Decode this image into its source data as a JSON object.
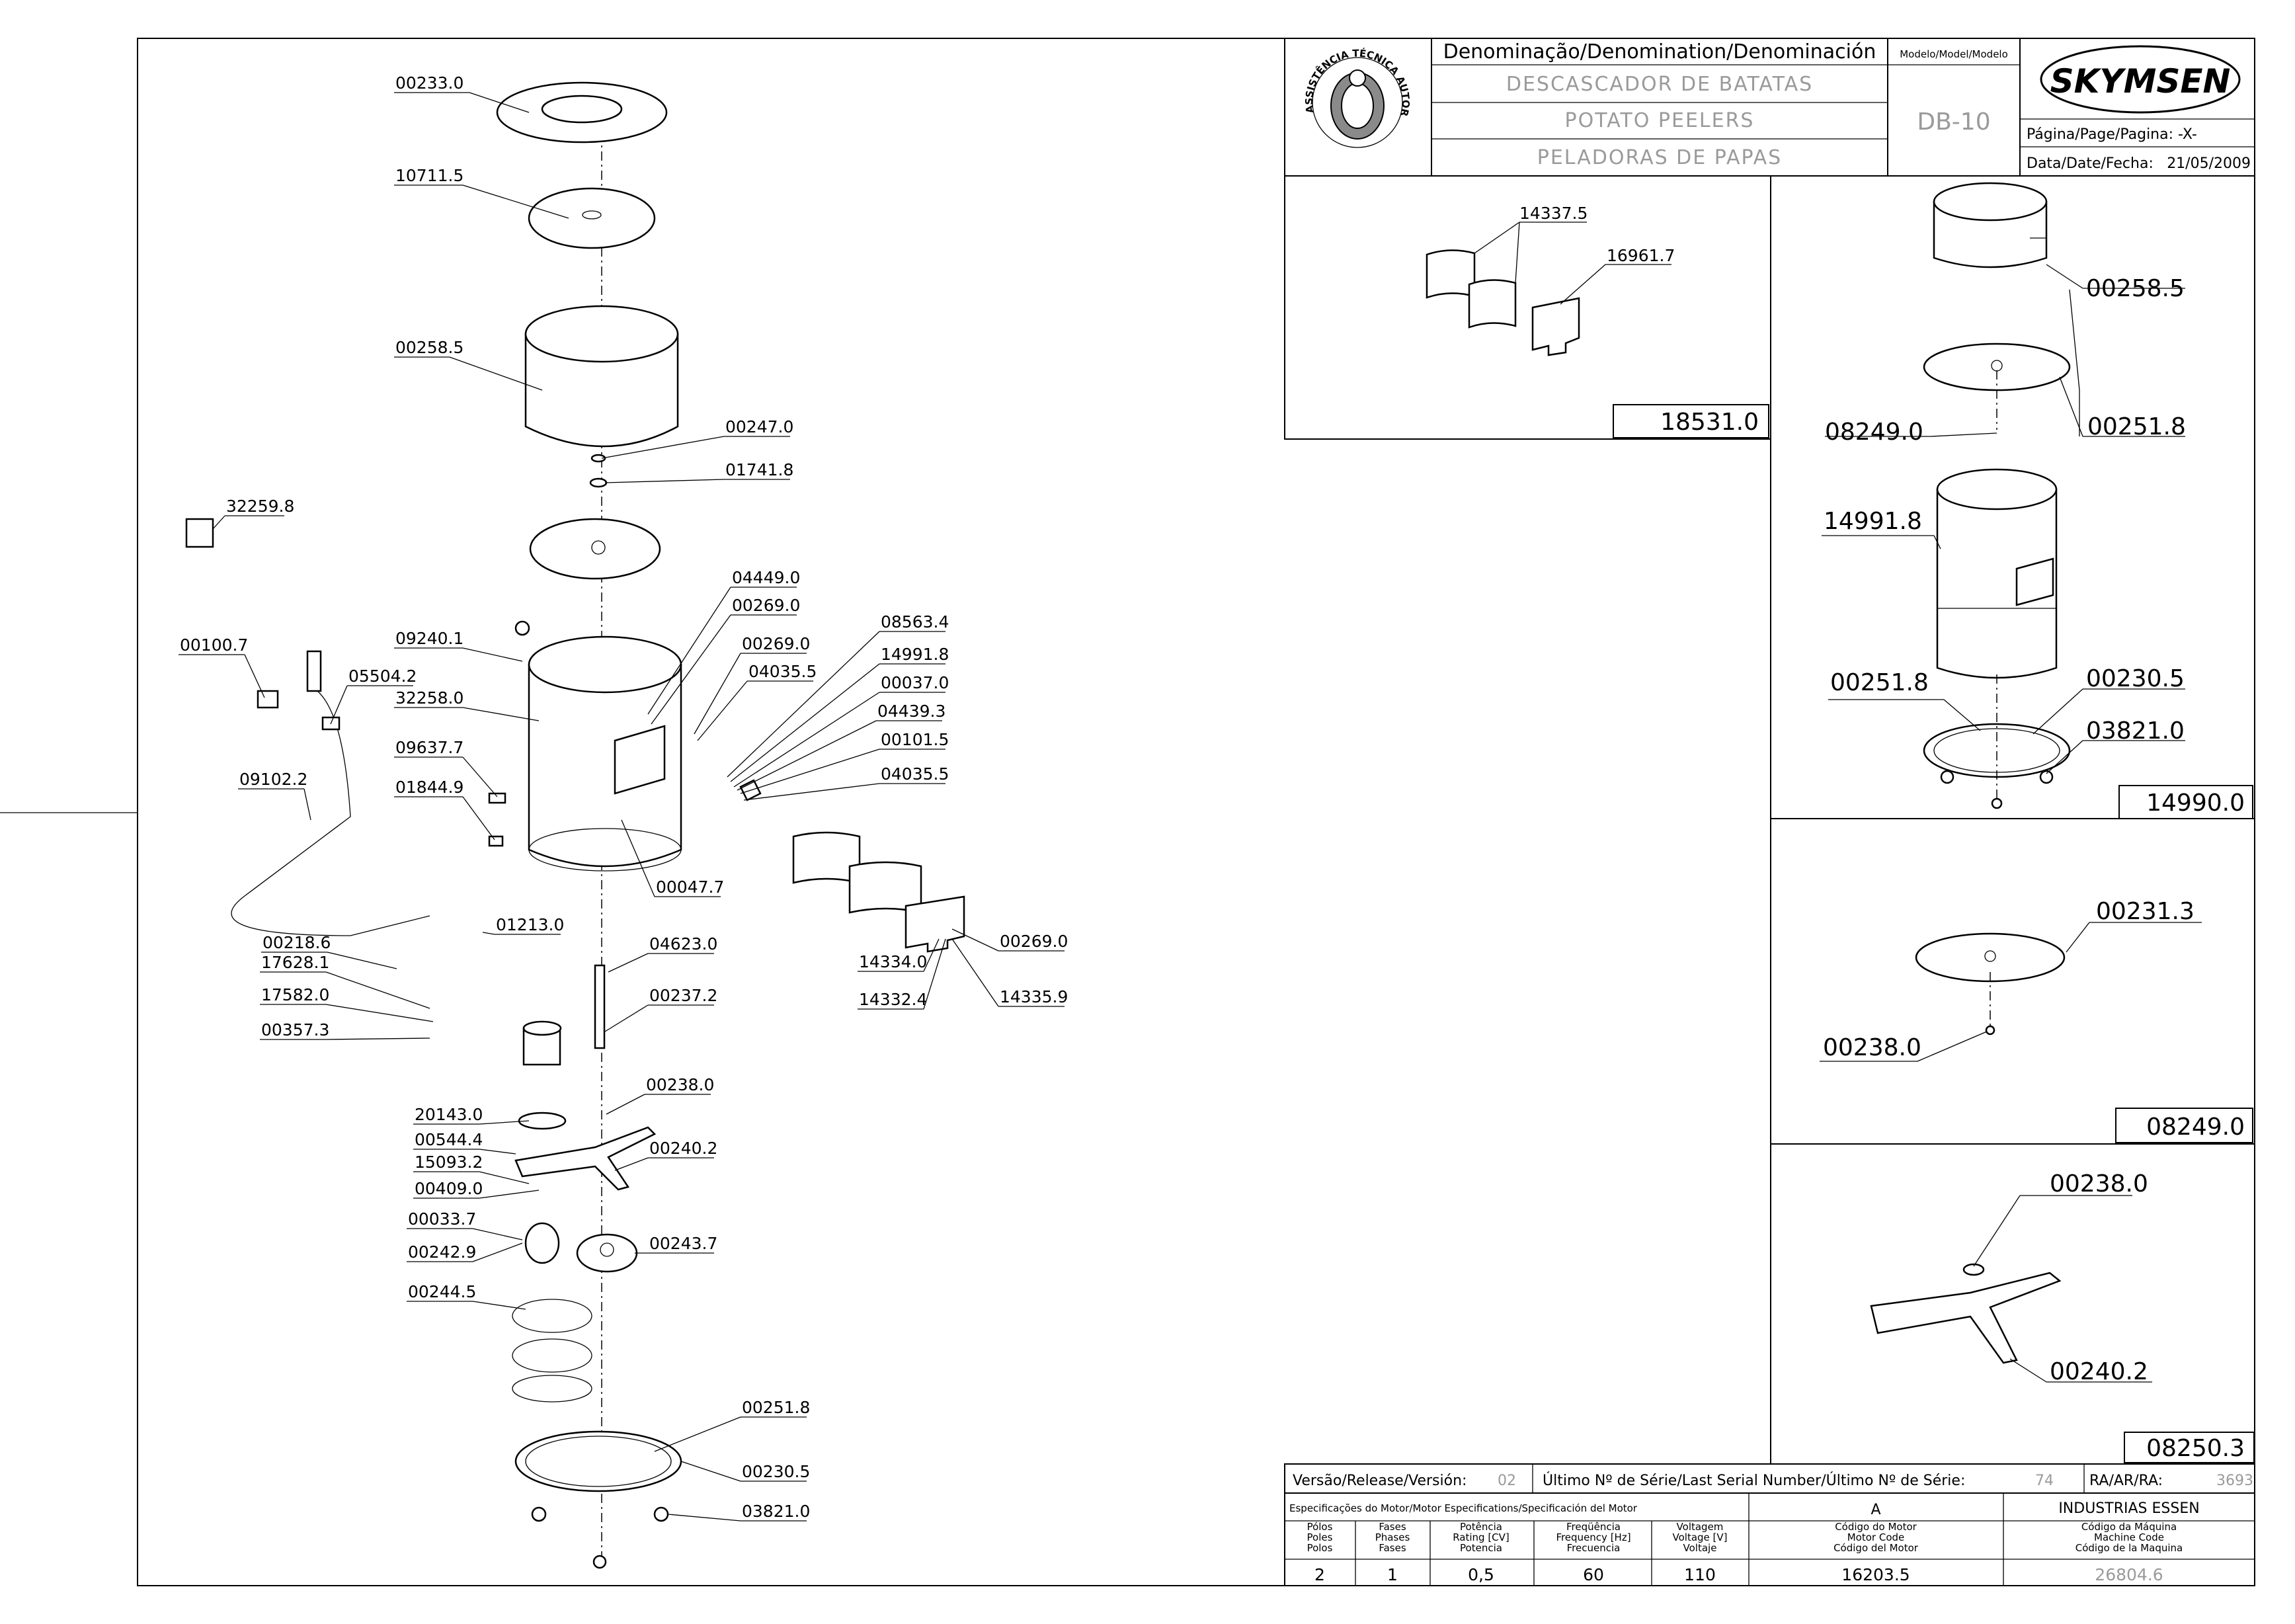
{
  "title_block": {
    "denomination_label": "Denominação/Denomination/Denominación",
    "model_label": "Modelo/Model/Modelo",
    "name_pt": "DESCASCADOR DE BATATAS",
    "name_en": "POTATO PEELERS",
    "name_es": "PELADORAS DE PAPAS",
    "model": "DB-10",
    "brand": "SKYMSEN",
    "page_label": "Página/Page/Pagina: -X-",
    "date_label": "Data/Date/Fecha:",
    "date": "21/05/2009",
    "seal_text": "ASSISTÊNCIA TÉCNICA AUTORIZADA"
  },
  "footer": {
    "version_label": "Versão/Release/Versión:",
    "version": "02",
    "serial_label": "Último Nº de Série/Last Serial Number/Último Nº de Série:",
    "serial": "74",
    "ra_label": "RA/AR/RA:",
    "ra": "3693",
    "motor_spec_label": "Especificações do Motor/Motor Especifications/Specificación del Motor",
    "motor_class": "A",
    "manufacturer": "INDUSTRIAS ESSEN",
    "motor_columns": [
      {
        "h1": "Pólos",
        "h2": "Poles",
        "h3": "Polos",
        "value": "2"
      },
      {
        "h1": "Fases",
        "h2": "Phases",
        "h3": "Fases",
        "value": "1"
      },
      {
        "h1": "Potência",
        "h2": "Rating [CV]",
        "h3": "Potencia",
        "value": "0,5"
      },
      {
        "h1": "Freqüência",
        "h2": "Frequency [Hz]",
        "h3": "Frecuencia",
        "value": "60"
      },
      {
        "h1": "Voltagem",
        "h2": "Voltage [V]",
        "h3": "Voltaje",
        "value": "110"
      }
    ],
    "motor_code_h1": "Código do Motor",
    "motor_code_h2": "Motor Code",
    "motor_code_h3": "Código del Motor",
    "motor_code": "16203.5",
    "machine_code_h1": "Código da Máquina",
    "machine_code_h2": "Machine Code",
    "machine_code_h3": "Código de la Maquina",
    "machine_code": "26804.6"
  },
  "main_parts": [
    "00233.0",
    "10711.5",
    "00258.5",
    "00247.0",
    "01741.8",
    "32259.8",
    "04449.0",
    "00269.0",
    "09240.1",
    "00269.0",
    "04035.5",
    "08563.4",
    "00100.7",
    "05504.2",
    "32258.0",
    "14991.8",
    "00037.0",
    "04439.3",
    "00101.5",
    "09637.7",
    "04035.5",
    "01844.9",
    "09102.2",
    "00047.7",
    "01213.0",
    "04623.0",
    "00269.0",
    "00218.6",
    "17628.1",
    "14334.0",
    "14332.4",
    "14335.9",
    "17582.0",
    "00237.2",
    "00357.3",
    "00238.0",
    "20143.0",
    "00544.4",
    "00240.2",
    "15093.2",
    "00409.0",
    "00033.7",
    "00243.7",
    "00242.9",
    "00244.5",
    "00251.8",
    "00230.5",
    "03821.0"
  ],
  "sub_assemblies": {
    "a18531": {
      "code": "18531.0",
      "parts": [
        "14337.5",
        "16961.7"
      ]
    },
    "a14990": {
      "code": "14990.0",
      "parts": [
        "00258.5",
        "08249.0",
        "00251.8",
        "14991.8",
        "00251.8",
        "00230.5",
        "03821.0"
      ]
    },
    "a08249": {
      "code": "08249.0",
      "parts": [
        "00231.3",
        "00238.0"
      ]
    },
    "a08250": {
      "code": "08250.3",
      "parts": [
        "00238.0",
        "00240.2"
      ]
    }
  }
}
